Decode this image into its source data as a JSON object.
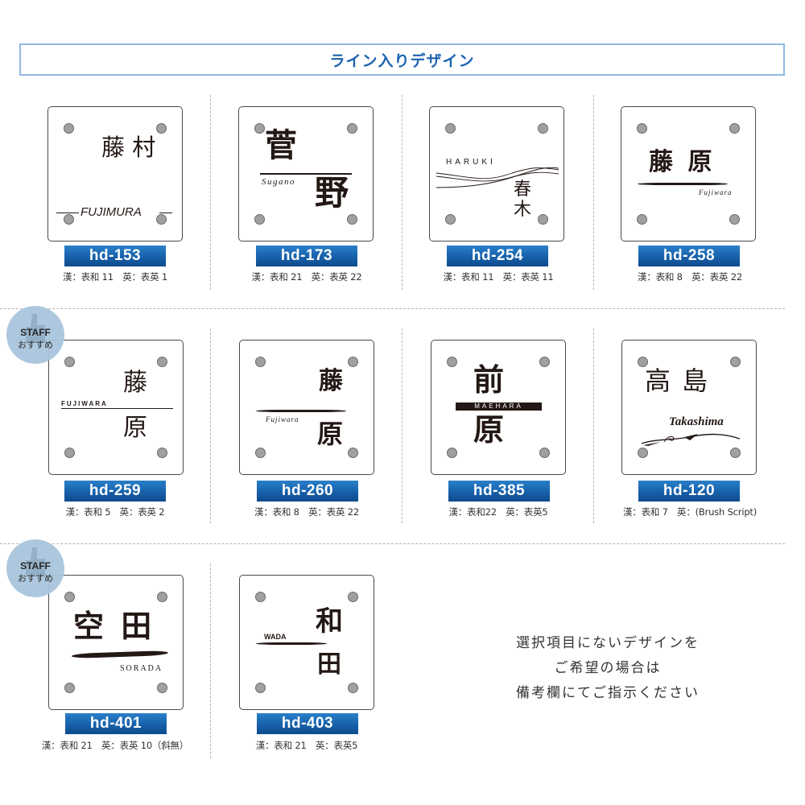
{
  "header": {
    "title": "ライン入りデザイン"
  },
  "colors": {
    "accent": "#1d64b0",
    "header_border": "#8fb8e0",
    "badge_blue": "#1a66b0",
    "staff_badge": "#a9c6dd"
  },
  "staff_badge": {
    "line1": "STAFF",
    "line2": "おすすめ",
    "icon": "thumbs-up-icon"
  },
  "designs": [
    {
      "code": "hd-153",
      "spec": "漢：表和 11　英：表英 1",
      "kanji": "藤 村",
      "roman": "FUJIMURA",
      "staff_pick": false
    },
    {
      "code": "hd-173",
      "spec": "漢：表和 21　英：表英 22",
      "kanji_top": "菅",
      "kanji_bottom": "野",
      "roman": "Sugano",
      "staff_pick": false
    },
    {
      "code": "hd-254",
      "spec": "漢：表和 11　英：表英 11",
      "kanji_top": "春",
      "kanji_bottom": "木",
      "roman": "HARUKI",
      "staff_pick": false
    },
    {
      "code": "hd-258",
      "spec": "漢：表和 8　英：表英 22",
      "kanji": "藤 原",
      "roman": "Fujiwara",
      "staff_pick": false
    },
    {
      "code": "hd-259",
      "spec": "漢：表和 5　英：表英 2",
      "kanji_top": "藤",
      "kanji_bottom": "原",
      "roman": "FUJIWARA",
      "staff_pick": true
    },
    {
      "code": "hd-260",
      "spec": "漢：表和 8　英：表英 22",
      "kanji_top": "藤",
      "kanji_bottom": "原",
      "roman": "Fujiwara",
      "staff_pick": false
    },
    {
      "code": "hd-385",
      "spec": "漢：表和22　英：表英5",
      "kanji_top": "前",
      "kanji_bottom": "原",
      "roman": "MAEHARA",
      "staff_pick": false
    },
    {
      "code": "hd-120",
      "spec": "漢：表和 7　英：(Brush Script)",
      "kanji": "高 島",
      "roman": "Takashima",
      "staff_pick": false
    },
    {
      "code": "hd-401",
      "spec": "漢：表和 21　英：表英 10（斜無）",
      "kanji": "空 田",
      "roman": "SORADA",
      "staff_pick": true
    },
    {
      "code": "hd-403",
      "spec": "漢：表和 21　英：表英5",
      "kanji_top": "和",
      "kanji_bottom": "田",
      "roman": "WADA",
      "staff_pick": false
    }
  ],
  "note": {
    "line1": "選択項目にないデザインを",
    "line2": "ご希望の場合は",
    "line3": "備考欄にてご指示ください"
  }
}
